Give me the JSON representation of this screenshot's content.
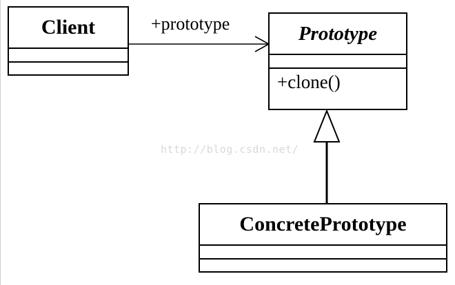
{
  "classes": {
    "client": {
      "name": "Client"
    },
    "prototype": {
      "name": "Prototype",
      "operations": [
        "+clone()"
      ]
    },
    "concrete_prototype": {
      "name": "ConcretePrototype"
    }
  },
  "association": {
    "label": "+prototype"
  },
  "watermark": {
    "text": "http://blog.csdn.net/"
  }
}
